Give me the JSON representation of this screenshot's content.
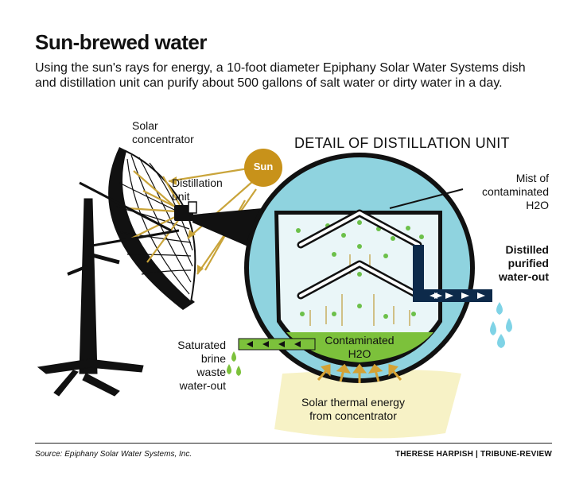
{
  "title": "Sun-brewed water",
  "intro": "Using the sun's rays for energy, a 10-foot diameter Epiphany Solar Water Systems dish and distillation unit can purify about 500 gallons of salt water or dirty water in a day.",
  "labels": {
    "solar_concentrator": "Solar concentrator",
    "distillation_unit": "Distillation unit",
    "sun": "Sun",
    "detail_title": "DETAIL OF DISTILLATION UNIT",
    "mist_line1": "Mist of",
    "mist_line2": "contaminated",
    "mist_h2o": "H2O",
    "distilled_line1": "Distilled",
    "distilled_line2": "purified",
    "distilled_line3": "water-out",
    "contaminated_line1": "Contaminated",
    "contaminated_h2o": "H2O",
    "brine_line1": "Saturated",
    "brine_line2": "brine",
    "brine_line3": "waste",
    "brine_line4": "water-out",
    "thermal_line1": "Solar thermal energy",
    "thermal_line2": "from concentrator"
  },
  "footer": {
    "source": "Source: Epiphany Solar Water Systems, Inc.",
    "credit": "THERESE HARPISH  |  TRIBUNE-REVIEW"
  },
  "colors": {
    "unit_ring": "#8fd3df",
    "unit_inner": "#eaf6f8",
    "sun": "#c8921a",
    "ray": "#c9a43a",
    "mist": "#6cc04a",
    "contaminated_water": "#7cc13b",
    "pipe": "#0d2a4a",
    "drop": "#7fd3e6",
    "thermal_glow": "#f7f2c6",
    "heat_arrow": "#d5a234"
  }
}
